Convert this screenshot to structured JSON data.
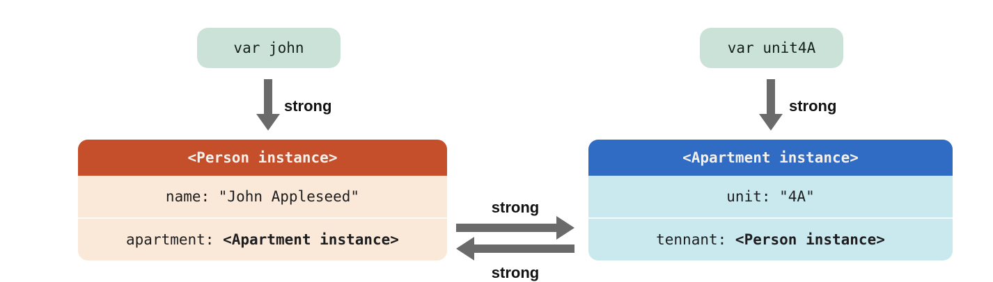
{
  "colors": {
    "background": "#ffffff",
    "variable_pill_bg": "#cae2d8",
    "person_header_bg": "#c54e2b",
    "person_row_bg": "#fae9d8",
    "apartment_header_bg": "#306bc4",
    "apartment_row_bg": "#cae9ee",
    "arrow_gray": "#6a6a6a",
    "header_text": "#f5f0e9",
    "body_text": "#1d1d1f"
  },
  "variables": {
    "john": {
      "label": "var john"
    },
    "unit4a": {
      "label": "var unit4A"
    }
  },
  "references": {
    "john_to_person": "strong",
    "unit4a_to_apartment": "strong",
    "person_to_apartment": "strong",
    "apartment_to_person": "strong"
  },
  "person_instance": {
    "title": "<Person instance>",
    "rows": [
      {
        "label": "name: ",
        "value": "\"John Appleseed\""
      },
      {
        "label": "apartment: ",
        "value": "<Apartment instance>"
      }
    ]
  },
  "apartment_instance": {
    "title": "<Apartment instance>",
    "rows": [
      {
        "label": "unit: ",
        "value": "\"4A\""
      },
      {
        "label": "tennant: ",
        "value": "<Person instance>"
      }
    ]
  }
}
